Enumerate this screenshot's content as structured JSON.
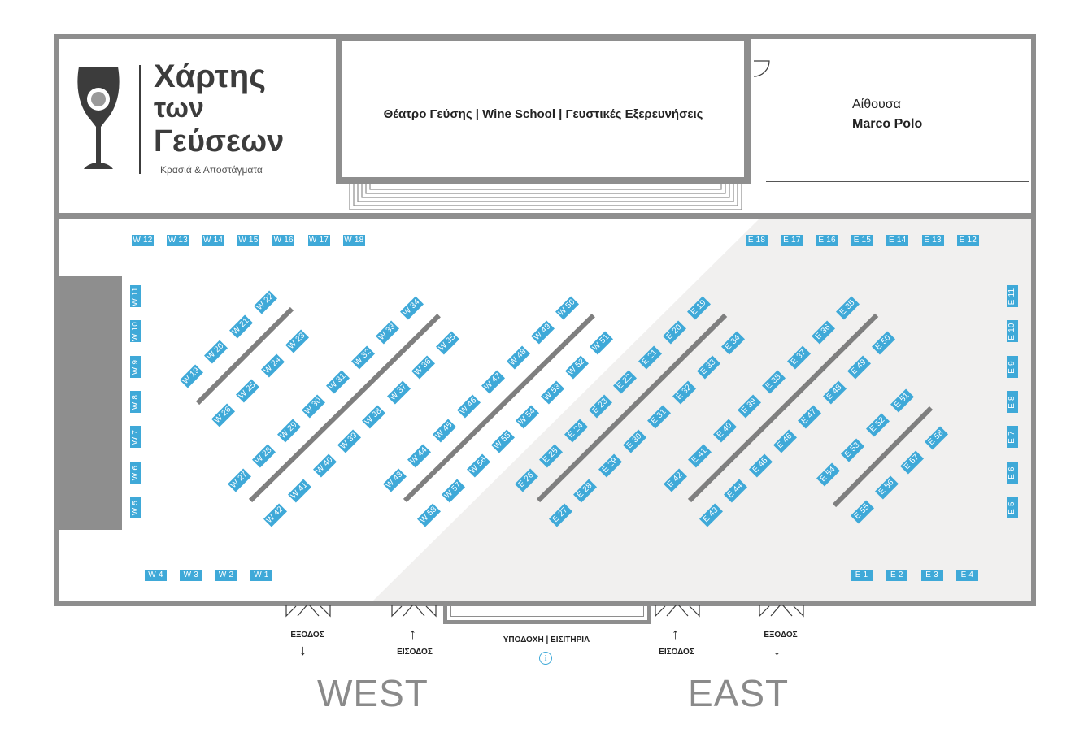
{
  "logo": {
    "title_line1": "Χάρτης",
    "title_line2": "των",
    "title_line3": "Γεύσεων",
    "subtitle": "Κρασιά & Αποστάγματα",
    "icon": "wine-glass-icon"
  },
  "rooms": {
    "theatre": "Θέατρο Γεύσης | Wine School | Γευστικές Εξερευνήσεις",
    "aithousa_line1": "Αίθουσα",
    "aithousa_line2": "Marco Polo"
  },
  "entrances": {
    "exit_west": "ΕΞΟΔΟΣ",
    "entrance_west": "ΕΙΣΟΔΟΣ",
    "reception": "ΥΠΟΔΟΧΗ | ΕΙΣΙΤΗΡΙΑ",
    "entrance_east": "ΕΙΣΟΔΟΣ",
    "exit_east": "ΕΞΟΔΟΣ",
    "info_icon": "info-icon"
  },
  "zones": {
    "west": "WEST",
    "east": "EAST"
  },
  "colors": {
    "booth": "#3fa9d8",
    "wall": "#8e8e8e",
    "east_zone": "#f1f0ef"
  },
  "booths_top_west": [
    "W12",
    "W13",
    "W14",
    "W15",
    "W16",
    "W17",
    "W18"
  ],
  "booths_top_east": [
    "E18",
    "E17",
    "E16",
    "E15",
    "E14",
    "E13",
    "E12"
  ],
  "booths_left": [
    "W11",
    "W10",
    "W9",
    "W8",
    "W7",
    "W6",
    "W5"
  ],
  "booths_right": [
    "E11",
    "E10",
    "E9",
    "E8",
    "E7",
    "E6",
    "E5"
  ],
  "booths_bottom_west": [
    "W4",
    "W3",
    "W2",
    "W1"
  ],
  "booths_bottom_east": [
    "E1",
    "E2",
    "E3",
    "E4"
  ],
  "diag_rows": [
    {
      "upper": [
        "W19",
        "W20",
        "W21",
        "W22"
      ],
      "lower": [
        "W26",
        "W25",
        "W24",
        "W23"
      ]
    },
    {
      "upper": [
        "W27",
        "W28",
        "W29",
        "W30",
        "W31",
        "W32",
        "W33",
        "W34"
      ],
      "lower": [
        "W42",
        "W41",
        "W40",
        "W39",
        "W38",
        "W37",
        "W36",
        "W35"
      ]
    },
    {
      "upper": [
        "W43",
        "W44",
        "W45",
        "W46",
        "W47",
        "W48",
        "W49",
        "W50"
      ],
      "lower": [
        "W58",
        "W57",
        "W56",
        "W55",
        "W54",
        "W53",
        "W52",
        "W51"
      ]
    },
    {
      "upper": [
        "E26",
        "E25",
        "E24",
        "E23",
        "E22",
        "E21",
        "E20",
        "E19"
      ],
      "lower": [
        "E27",
        "E28",
        "E29",
        "E30",
        "E31",
        "E32",
        "E33",
        "E34"
      ]
    },
    {
      "upper": [
        "E42",
        "E41",
        "E40",
        "E39",
        "E38",
        "E37",
        "E36",
        "E35"
      ],
      "lower": [
        "E43",
        "E44",
        "E45",
        "E46",
        "E47",
        "E48",
        "E49",
        "E50"
      ]
    },
    {
      "upper": [
        "E54",
        "E53",
        "E52",
        "E51"
      ],
      "lower": [
        "E55",
        "E56",
        "E57",
        "E58"
      ]
    }
  ]
}
